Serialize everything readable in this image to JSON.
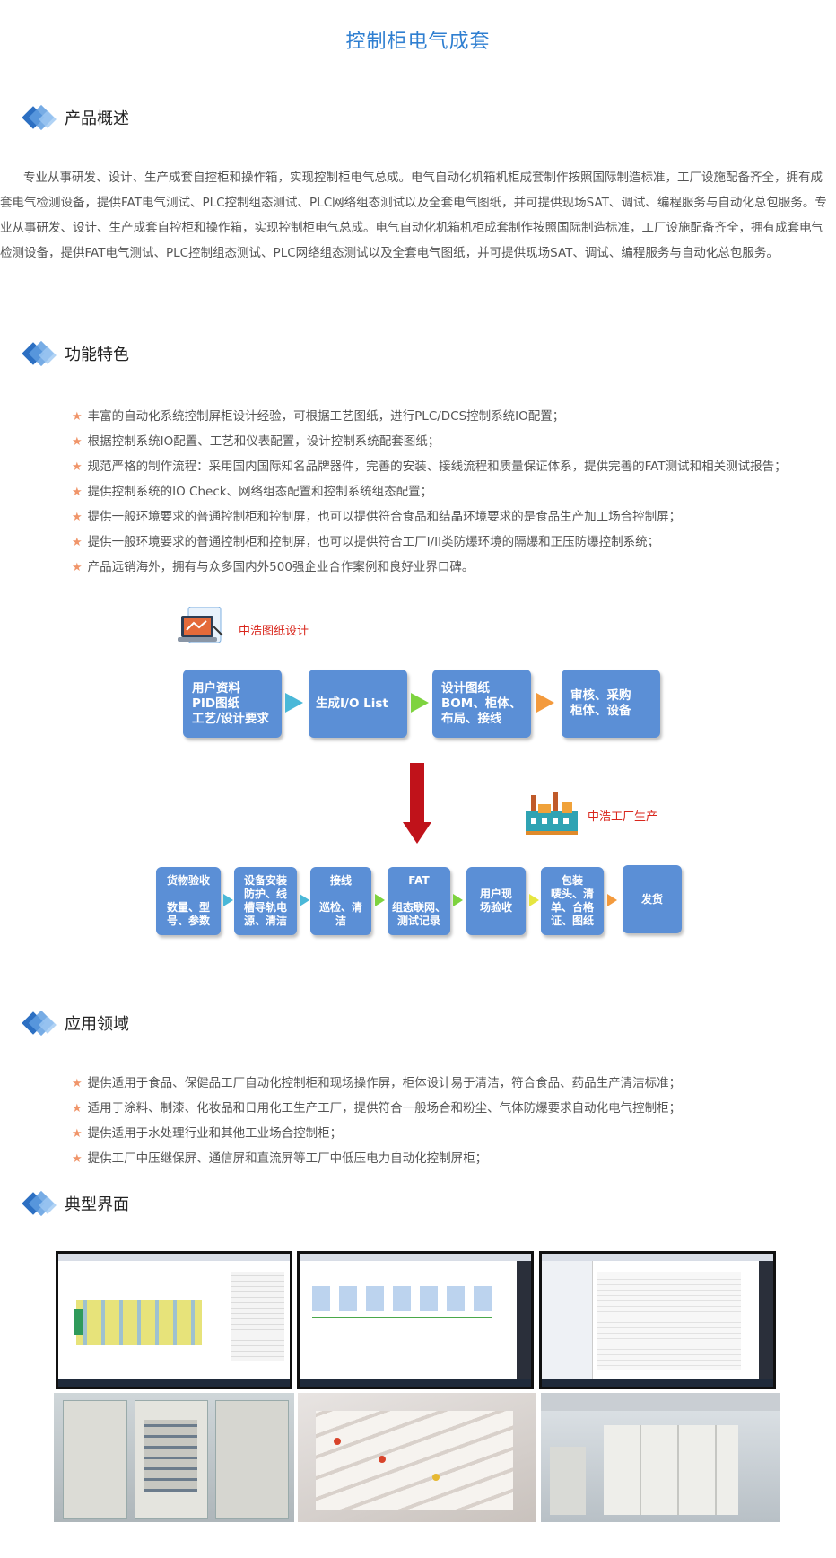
{
  "title": "控制柜电气成套",
  "sections": {
    "overview": {
      "heading": "产品概述",
      "text": "专业从事研发、设计、生产成套自控柜和操作箱，实现控制柜电气总成。电气自动化机箱机柜成套制作按照国际制造标准，工厂设施配备齐全，拥有成套电气检测设备，提供FAT电气测试、PLC控制组态测试、PLC网络组态测试以及全套电气图纸，并可提供现场SAT、调试、编程服务与自动化总包服务。专业从事研发、设计、生产成套自控柜和操作箱，实现控制柜电气总成。电气自动化机箱机柜成套制作按照国际制造标准，工厂设施配备齐全，拥有成套电气检测设备，提供FAT电气测试、PLC控制组态测试、PLC网络组态测试以及全套电气图纸，并可提供现场SAT、调试、编程服务与自动化总包服务。"
    },
    "features": {
      "heading": "功能特色",
      "items": [
        "丰富的自动化系统控制屏柜设计经验，可根据工艺图纸，进行PLC/DCS控制系统IO配置；",
        "根据控制系统IO配置、工艺和仪表配置，设计控制系统配套图纸；",
        "规范严格的制作流程：采用国内国际知名品牌器件，完善的安装、接线流程和质量保证体系，提供完善的FAT测试和相关测试报告；",
        "提供控制系统的IO Check、网络组态配置和控制系统组态配置；",
        "提供一般环境要求的普通控制柜和控制屏，也可以提供符合食品和结晶环境要求的是食品生产加工场合控制屏；",
        "提供一般环境要求的普通控制柜和控制屏，也可以提供符合工厂I/II类防爆环境的隔爆和正压防爆控制系统；",
        "产品远销海外，拥有与众多国内外500强企业合作案例和良好业界口碑。"
      ]
    },
    "flow": {
      "design_label": "中浩图纸设计",
      "factory_label": "中浩工厂生产",
      "design_steps": [
        "用户资料\nPID图纸\n工艺/设计要求",
        "生成I/O List",
        "设计图纸\nBOM、柜体、\n布局、接线",
        "审核、采购\n柜体、设备"
      ],
      "production_steps": [
        "货物验收\n\n数量、型\n号、参数",
        "设备安装\n防护、线\n槽导轨电\n源、清洁",
        "接线\n\n巡检、清\n洁",
        "FAT\n\n组态联网、\n测试记录",
        "用户现\n场验收",
        "包装\n唛头、清\n单、合格\n证、图纸",
        "发货"
      ]
    },
    "applications": {
      "heading": "应用领域",
      "items": [
        "提供适用于食品、保健品工厂自动化控制柜和现场操作屏，柜体设计易于清洁，符合食品、药品生产清洁标准；",
        "适用于涂料、制漆、化妆品和日用化工生产工厂，提供符合一般场合和粉尘、气体防爆要求自动化电气控制柜；",
        "提供适用于水处理行业和其他工业场合控制柜；",
        "提供工厂中压继保屏、通信屏和直流屏等工厂中低压电力自动化控制屏柜；"
      ]
    },
    "typical": {
      "heading": "典型界面"
    }
  },
  "colors": {
    "title": "#2f7fd1",
    "box": "#5b8fd6",
    "arrow_teal": "#4ab8d8",
    "arrow_green": "#7ed33f",
    "arrow_orange": "#f39a3d",
    "arrow_yellow": "#e6e640",
    "big_arrow": "#c0121a",
    "star": "#f0956a",
    "flow_label": "#d9261c"
  },
  "icons": {
    "section": "diamond-stack-icon",
    "bullet": "star-icon",
    "design": "laptop-drawing-icon",
    "factory": "factory-icon"
  }
}
